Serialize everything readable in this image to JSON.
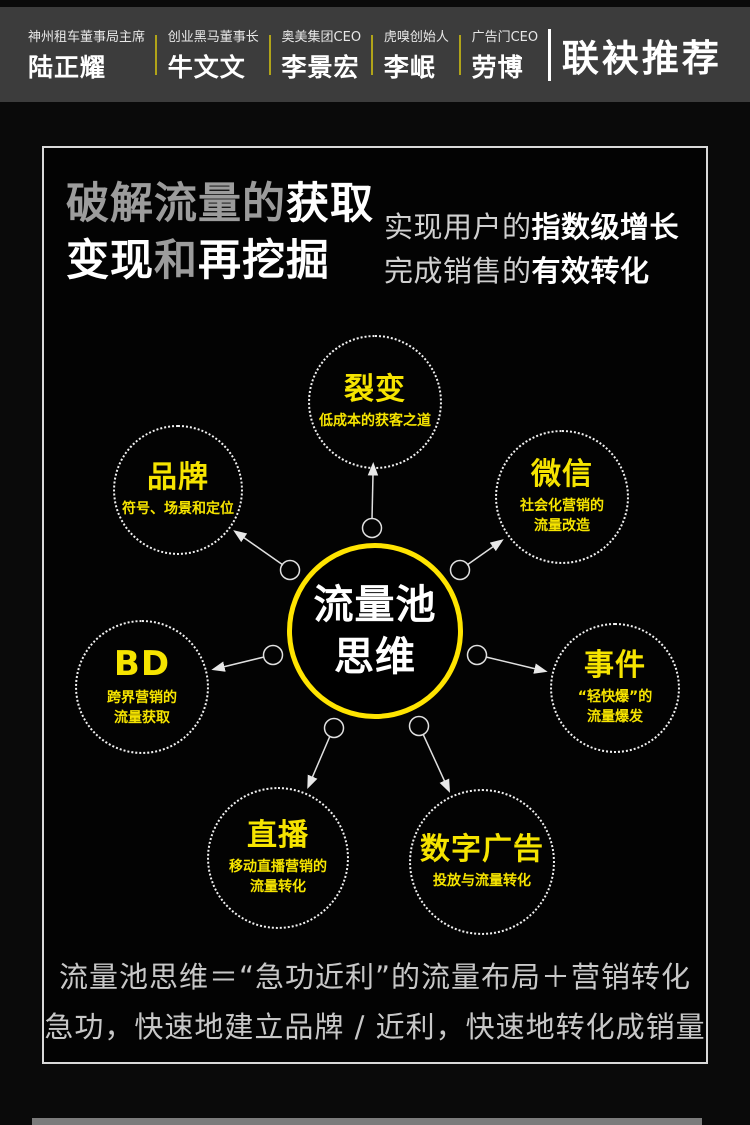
{
  "colors": {
    "accent_yellow": "#ffe400",
    "header_bg": "#3c3c3c",
    "panel_border": "#d9d9d9",
    "headline_gray": "#9c9c9c",
    "footer_gray": "#c8c8c8"
  },
  "header": {
    "endorsers": [
      {
        "title": "神州租车董事局主席",
        "name": "陆正耀"
      },
      {
        "title": "创业黑马董事长",
        "name": "牛文文"
      },
      {
        "title": "奥美集团CEO",
        "name": "李景宏"
      },
      {
        "title": "虎嗅创始人",
        "name": "李岷"
      },
      {
        "title": "广告门CEO",
        "name": "劳博"
      }
    ],
    "recommend_label": "联袂推荐"
  },
  "hero": {
    "left_title": {
      "l1_gray": "破解流量的",
      "l1_white": "获取",
      "l2_white_a": "变现",
      "l2_gray": "和",
      "l2_white_b": "再挖掘"
    },
    "right_title": {
      "l1_light": "实现用户的",
      "l1_bold": "指数级增长",
      "l2_light": "完成销售的",
      "l2_bold": "有效转化"
    }
  },
  "diagram": {
    "center_circle": {
      "line1": "流量池",
      "line2": "思维"
    },
    "satellites": [
      {
        "title": "裂变",
        "subtitle": [
          "低成本的获客之道"
        ]
      },
      {
        "title": "品牌",
        "subtitle": [
          "符号、场景和定位"
        ]
      },
      {
        "title": "微信",
        "subtitle": [
          "社会化营销的",
          "流量改造"
        ]
      },
      {
        "title": "BD",
        "subtitle": [
          "跨界营销的",
          "流量获取"
        ]
      },
      {
        "title": "事件",
        "subtitle": [
          "“轻快爆”的",
          "流量爆发"
        ]
      },
      {
        "title": "直播",
        "subtitle": [
          "移动直播营销的",
          "流量转化"
        ]
      },
      {
        "title": "数字广告",
        "subtitle": [
          "投放与流量转化"
        ]
      }
    ]
  },
  "footer": {
    "line1": "流量池思维＝“急功近利”的流量布局＋营销转化",
    "line2": "急功，快速地建立品牌 / 近利，快速地转化成销量"
  }
}
